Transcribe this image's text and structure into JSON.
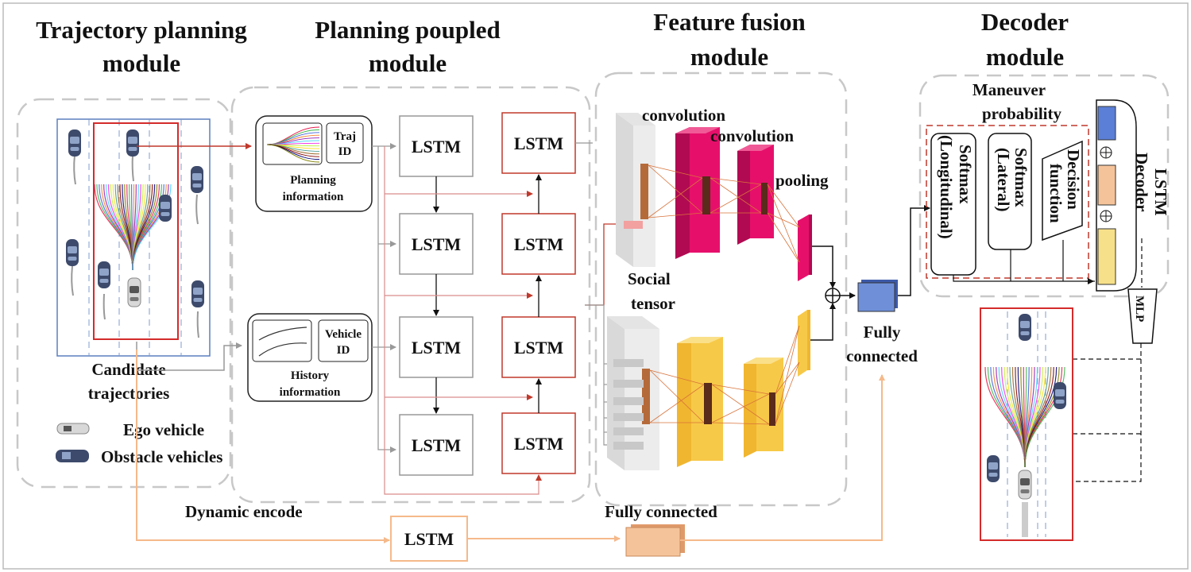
{
  "modules": {
    "trajectory_planning": {
      "line1": "Trajectory planning",
      "line2": "module"
    },
    "planning_coupled": {
      "line1": "Planning poupled",
      "line2": "module"
    },
    "feature_fusion": {
      "line1": "Feature fusion",
      "line2": "module"
    },
    "decoder": {
      "line1": "Decoder",
      "line2": "module"
    }
  },
  "trajectory": {
    "candidate_line1": "Candidate",
    "candidate_line2": "trajectories",
    "legend_ego": "Ego vehicle",
    "legend_obstacle": "Obstacle vehicles"
  },
  "planning_info": {
    "id_line1": "Traj",
    "id_line2": "ID",
    "caption_line1": "Planning",
    "caption_line2": "information"
  },
  "history_info": {
    "id_line1": "Vehicle",
    "id_line2": "ID",
    "caption_line1": "History",
    "caption_line2": "information"
  },
  "lstm_label": "LSTM",
  "fusion": {
    "convolution1": "convolution",
    "convolution2": "convolution",
    "pooling": "pooling",
    "social_line1": "Social",
    "social_line2": "tensor",
    "fully_line1": "Fully",
    "fully_line2": "connected"
  },
  "decoder": {
    "maneuver_line1": "Maneuver",
    "maneuver_line2": "probability",
    "softmax_long_line1": "Softmax",
    "softmax_long_line2": "(Longitudinal)",
    "softmax_lat_line1": "Softmax",
    "softmax_lat_line2": "(Lateral)",
    "decision_line1": "Decision",
    "decision_line2": "function",
    "lstm_decoder_line1": "LSTM",
    "lstm_decoder_line2": "Decoder",
    "mlp": "MLP"
  },
  "bottom": {
    "dynamic_encode": "Dynamic encode",
    "fully_connected": "Fully connected",
    "lstm": "LSTM"
  },
  "colors": {
    "red": "#c0392b",
    "magenta": "#e6106b",
    "yellow": "#f7c948",
    "orange_line": "#f5b98a",
    "blue_block": "#6f8fd8",
    "peach": "#f5c39a"
  }
}
